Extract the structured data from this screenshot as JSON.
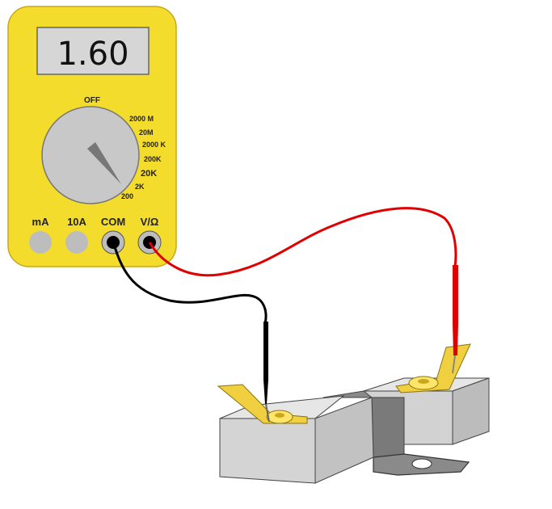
{
  "multimeter": {
    "display_value": "1.60",
    "dial": {
      "off_label": "OFF",
      "ranges": [
        "2000 M",
        "20M",
        "2000 K",
        "200K",
        "20K",
        "2K",
        "200"
      ]
    },
    "jacks": [
      "mA",
      "10A",
      "COM",
      "V/Ω"
    ],
    "colors": {
      "body": "#f4dc2c",
      "lcd": "#d6d6d6",
      "dial": "#c8c8c8",
      "jack": "#bdbdbd"
    }
  },
  "leads": {
    "black": {
      "color": "#000000",
      "from": "COM"
    },
    "red": {
      "color": "#e00000",
      "from": "V/Ω"
    }
  },
  "component": {
    "blocks": [
      "left-block",
      "right-block"
    ],
    "colors": {
      "block": "#dedede",
      "strap": "#8a8a8a",
      "clip": "#f0d040",
      "nut": "#ffe66a"
    }
  }
}
